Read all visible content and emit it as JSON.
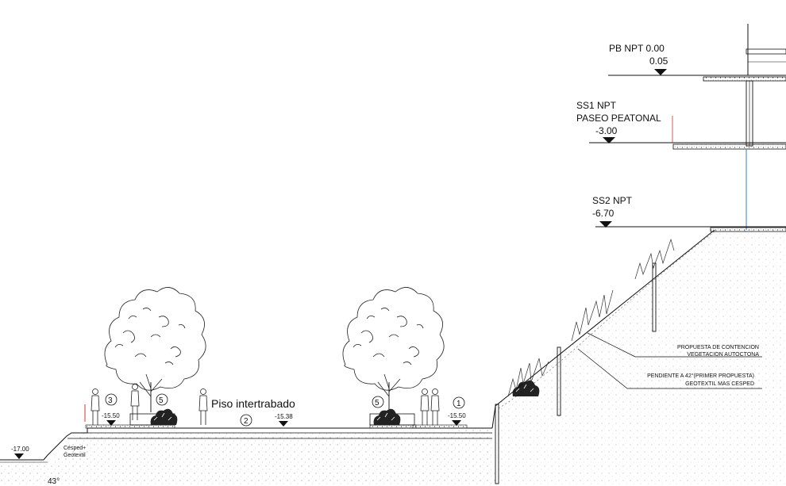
{
  "levels": {
    "pb_label": "PB NPT 0.00",
    "pb_value": "0.05",
    "ss1_label": "SS1 NPT",
    "ss1_sub": "PASEO PEATONAL",
    "ss1_value": "-3.00",
    "ss2_label": "SS2 NPT",
    "ss2_value": "-6.70"
  },
  "plaza": {
    "title": "Piso intertrabado",
    "level_left": "-15.50",
    "level_mid": "-15.38",
    "level_right": "-15.50",
    "level_far_left": "-17.00"
  },
  "markers": [
    "1",
    "2",
    "3",
    "5",
    "5"
  ],
  "notes": {
    "contencion_1": "PROPUESTA DE CONTENCION",
    "contencion_2": "VEGETACION AUTOCTONA",
    "pendiente_1": "PENDIENTE A 42°(PRIMER PROPUESTA)",
    "pendiente_2": "GEOTEXTIL MAS CESPED",
    "cesped_1": "Césped+",
    "cesped_2": "Geotextil",
    "angle": "43°"
  },
  "colors": {
    "line": "#111111",
    "accent_blue": "#3a7fc0",
    "accent_red": "#d03030"
  }
}
